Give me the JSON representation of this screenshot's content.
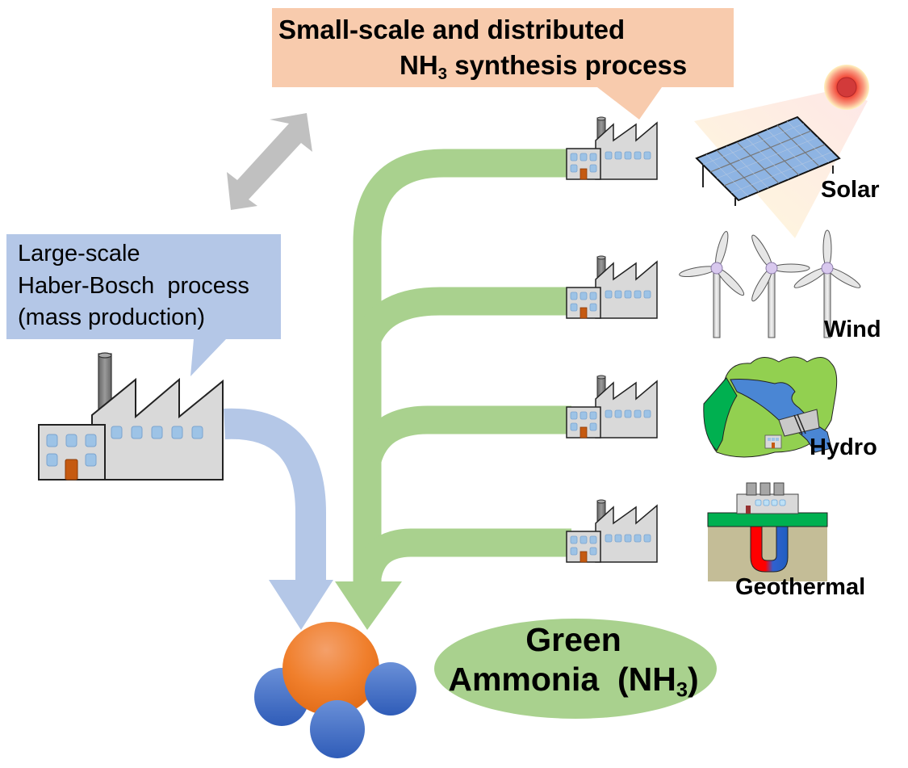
{
  "diagram": {
    "title": "Green ammonia production pathways",
    "callouts": {
      "small_scale": {
        "line1": "Small-scale and distributed",
        "line2_prefix": "NH",
        "line2_sub": "3",
        "line2_suffix": " synthesis process",
        "color": "#f8cbad"
      },
      "large_scale": {
        "lines": [
          "Large-scale",
          "Haber-Bosch  process",
          "(mass production)"
        ],
        "color": "#b4c7e7"
      }
    },
    "product": {
      "line1": "Green",
      "line2_prefix": "Ammonia  (NH",
      "line2_sub": "3",
      "line2_suffix": ")",
      "ellipse_color": "#a9d18e"
    },
    "energy_sources": [
      {
        "label": "Solar",
        "icon": "solar-panel-icon"
      },
      {
        "label": "Wind",
        "icon": "wind-turbine-icon"
      },
      {
        "label": "Hydro",
        "icon": "hydro-dam-icon"
      },
      {
        "label": "Geothermal",
        "icon": "geothermal-plant-icon"
      }
    ],
    "colors": {
      "green_flow": "#a9d18e",
      "blue_flow": "#b4c7e7",
      "double_arrow": "#c0c0c0",
      "nitrogen_atom": "#f07f2c",
      "hydrogen_atom": "#4472c4",
      "factory_body": "#d9d9d9",
      "factory_window": "#9dc3e6",
      "factory_door": "#c55a11"
    }
  }
}
